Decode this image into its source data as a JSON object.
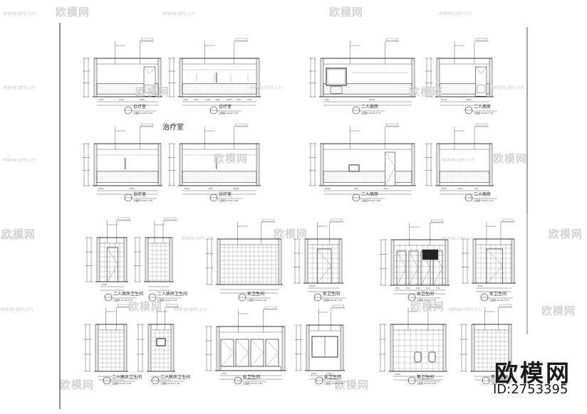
{
  "watermark": {
    "brand_text": "欧模网",
    "url_text": "www.om.cn"
  },
  "branding": {
    "logo_text": "欧模网",
    "id_text": "ID:2753395"
  },
  "sheet": {
    "section_note": "治疗室"
  },
  "elevations": [
    {
      "title": "诊疗室",
      "sub": "立面图 SCALE 1:50",
      "dims": [
        "2050",
        "1700",
        "1000"
      ]
    },
    {
      "title": "诊疗室",
      "sub": "立面图 SCALE 1:50",
      "dims": [
        "600",
        "940",
        "1240",
        "940",
        "1240",
        "610",
        "620"
      ]
    },
    {
      "title": "二人病房",
      "sub": "立面图 SCALE 1:50",
      "dims": [
        "900",
        "4540"
      ]
    },
    {
      "title": "二人病房",
      "sub": "立面图 SCALE 1:50",
      "dims": [
        "2370",
        "1000"
      ]
    },
    {
      "title": "诊疗室",
      "sub": "立面图 SCALE 1:50",
      "dims": [
        "2280",
        "2050"
      ]
    },
    {
      "title": "诊疗室",
      "sub": "立面图 SCALE 1:50",
      "dims": [
        "2640",
        "980",
        "2640"
      ]
    },
    {
      "title": "二人病房",
      "sub": "立面图 SCALE 1:50",
      "dims": [
        "4540",
        "800",
        "900"
      ]
    },
    {
      "title": "二人病房",
      "sub": "立面图 SCALE 1:50",
      "dims": [
        "1500",
        "1340",
        "760"
      ]
    },
    {
      "title": "二人病房卫生间",
      "sub": "立面图 SCALE 1:50",
      "dims": [
        "1900"
      ]
    },
    {
      "title": "二人病房卫生间",
      "sub": "立面图 SCALE 1:50",
      "dims": []
    },
    {
      "title": "女卫生间",
      "sub": "立面图 SCALE 1:50",
      "dims": []
    },
    {
      "title": "女卫生间",
      "sub": "立面图 SCALE 1:50",
      "dims": [
        "2050"
      ]
    },
    {
      "title": "女卫生间",
      "sub": "立面图 SCALE 1:50",
      "dims": [
        "750",
        "750",
        "940",
        "810",
        "750"
      ]
    },
    {
      "title": "女卫生间",
      "sub": "立面图 SCALE 1:50",
      "dims": [
        "2250"
      ]
    },
    {
      "title": "二人病房卫生间",
      "sub": "立面图 SCALE 1:50",
      "dims": []
    },
    {
      "title": "二人病房卫生间",
      "sub": "立面图 SCALE 1:50",
      "dims": []
    },
    {
      "title": "女卫生间",
      "sub": "立面图 SCALE 1:50",
      "dims": [
        "1900"
      ]
    },
    {
      "title": "女卫生间",
      "sub": "立面图 SCALE 1:50",
      "dims": [
        "1200",
        "1000"
      ]
    },
    {
      "title": "男卫生间",
      "sub": "立面图 SCALE 1:50",
      "dims": [
        "2250"
      ]
    },
    {
      "title": "男卫生间",
      "sub": "立面图 SCALE 1:50",
      "dims": []
    }
  ],
  "colors": {
    "line": "#333333",
    "hatch": "#555555",
    "watermark": "#d4d4d4"
  }
}
